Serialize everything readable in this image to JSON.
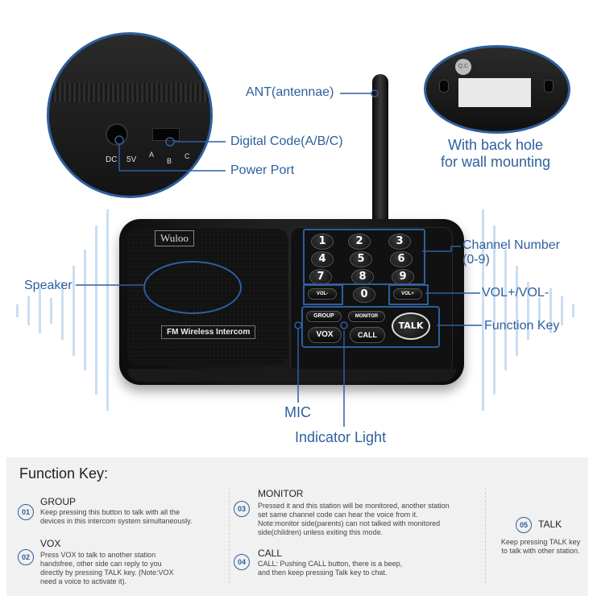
{
  "device": {
    "brand": "Wuloo",
    "model_label": "FM Wireless Intercom",
    "keys": [
      "1",
      "2",
      "3",
      "4",
      "5",
      "6",
      "7",
      "8",
      "9",
      "0"
    ],
    "vol_minus": "VOL-",
    "vol_plus": "VOL+",
    "group": "GROUP",
    "monitor": "MONITOR",
    "vox": "VOX",
    "call": "CALL",
    "talk": "TALK",
    "port_dc": "DC",
    "port_5v": "5V",
    "switch_a": "A",
    "switch_b": "B",
    "switch_c": "C",
    "qc_sticker": "Q.C"
  },
  "callouts": {
    "antenna": "ANT(antennae)",
    "digital_code": "Digital Code(A/B/C)",
    "power_port": "Power Port",
    "back_hole_1": "With back hole",
    "back_hole_2": "for wall mounting",
    "channel_number_1": "Channel Number",
    "channel_number_2": "(0-9)",
    "vol": "VOL+/VOL-",
    "function_key": "Function Key",
    "speaker": "Speaker",
    "mic": "MIC",
    "indicator_light": "Indicator Light"
  },
  "function_keys": {
    "title": "Function Key:",
    "items": [
      {
        "num": "01",
        "name": "GROUP",
        "desc1": "Keep pressing this button to talk with all the",
        "desc2": "devices in this intercom system simultaneously.",
        "desc3": "",
        "desc4": ""
      },
      {
        "num": "02",
        "name": "VOX",
        "desc1": "Press VOX to talk to another station",
        "desc2": "handsfree, other side can reply to you",
        "desc3": "directly by pressing TALK key. (Note:VOX",
        "desc4": "need a voice to activate it)."
      },
      {
        "num": "03",
        "name": "MONITOR",
        "desc1": "Pressed it and this station will be monitored, another station",
        "desc2": "set same channel code can hear the voice from it.",
        "desc3": "Note:monitor side(parents) can not talked with monitored",
        "desc4": "side(children) unless exiting this mode."
      },
      {
        "num": "04",
        "name": "CALL",
        "desc1": "CALL: Pushing CALL button, there is a beep,",
        "desc2": "and then keep pressing Talk key to chat.",
        "desc3": "",
        "desc4": ""
      },
      {
        "num": "05",
        "name": "TALK",
        "desc1": "Keep pressing TALK key",
        "desc2": "to talk with other station.",
        "desc3": "",
        "desc4": ""
      }
    ]
  },
  "colors": {
    "accent": "#2e5f9e",
    "device_body": "#111111",
    "panel_bg": "#f1f1f1"
  },
  "icons": [
    "antenna-icon",
    "speaker-grille-icon",
    "mount-hole-icon"
  ]
}
